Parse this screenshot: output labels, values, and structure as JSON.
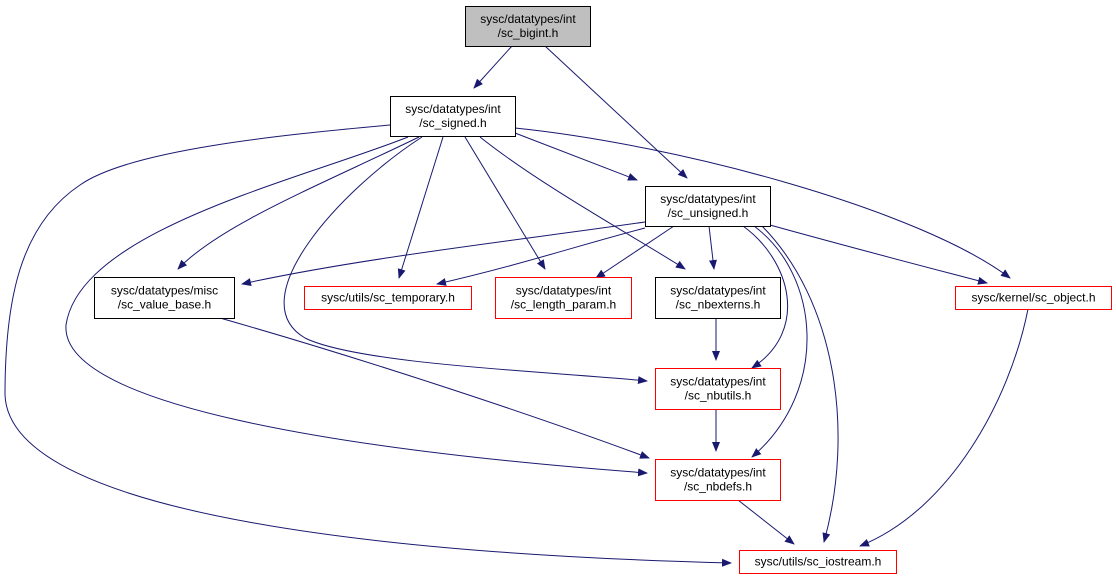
{
  "nodes": [
    {
      "id": "bigint",
      "line1": "sysc/datatypes/int",
      "line2": "/sc_bigint.h",
      "style": "grey"
    },
    {
      "id": "signed",
      "line1": "sysc/datatypes/int",
      "line2": "/sc_signed.h",
      "style": "black"
    },
    {
      "id": "unsigned",
      "line1": "sysc/datatypes/int",
      "line2": "/sc_unsigned.h",
      "style": "black"
    },
    {
      "id": "value_base",
      "line1": "sysc/datatypes/misc",
      "line2": "/sc_value_base.h",
      "style": "black"
    },
    {
      "id": "temporary",
      "line1": "sysc/utils/sc_temporary.h",
      "line2": "",
      "style": "red"
    },
    {
      "id": "length_param",
      "line1": "sysc/datatypes/int",
      "line2": "/sc_length_param.h",
      "style": "red"
    },
    {
      "id": "nbexterns",
      "line1": "sysc/datatypes/int",
      "line2": "/sc_nbexterns.h",
      "style": "black"
    },
    {
      "id": "object",
      "line1": "sysc/kernel/sc_object.h",
      "line2": "",
      "style": "red"
    },
    {
      "id": "nbutils",
      "line1": "sysc/datatypes/int",
      "line2": "/sc_nbutils.h",
      "style": "red"
    },
    {
      "id": "nbdefs",
      "line1": "sysc/datatypes/int",
      "line2": "/sc_nbdefs.h",
      "style": "red"
    },
    {
      "id": "iostream",
      "line1": "sysc/utils/sc_iostream.h",
      "line2": "",
      "style": "red"
    }
  ],
  "edges": [
    {
      "from": "bigint",
      "to": "signed"
    },
    {
      "from": "bigint",
      "to": "unsigned"
    },
    {
      "from": "signed",
      "to": "unsigned"
    },
    {
      "from": "signed",
      "to": "value_base"
    },
    {
      "from": "signed",
      "to": "temporary"
    },
    {
      "from": "signed",
      "to": "length_param"
    },
    {
      "from": "signed",
      "to": "nbexterns"
    },
    {
      "from": "signed",
      "to": "object"
    },
    {
      "from": "signed",
      "to": "nbutils"
    },
    {
      "from": "signed",
      "to": "nbdefs"
    },
    {
      "from": "signed",
      "to": "iostream"
    },
    {
      "from": "unsigned",
      "to": "value_base"
    },
    {
      "from": "unsigned",
      "to": "temporary"
    },
    {
      "from": "unsigned",
      "to": "length_param"
    },
    {
      "from": "unsigned",
      "to": "nbexterns"
    },
    {
      "from": "unsigned",
      "to": "object"
    },
    {
      "from": "unsigned",
      "to": "nbutils"
    },
    {
      "from": "unsigned",
      "to": "nbdefs"
    },
    {
      "from": "unsigned",
      "to": "iostream"
    },
    {
      "from": "value_base",
      "to": "nbdefs"
    },
    {
      "from": "nbexterns",
      "to": "nbutils"
    },
    {
      "from": "nbutils",
      "to": "nbdefs"
    },
    {
      "from": "nbdefs",
      "to": "iostream"
    },
    {
      "from": "object",
      "to": "iostream"
    }
  ],
  "colors": {
    "edge": "#191970",
    "border_black": "#000000",
    "border_red": "#ff0000",
    "root_fill": "#bfbfbf"
  }
}
